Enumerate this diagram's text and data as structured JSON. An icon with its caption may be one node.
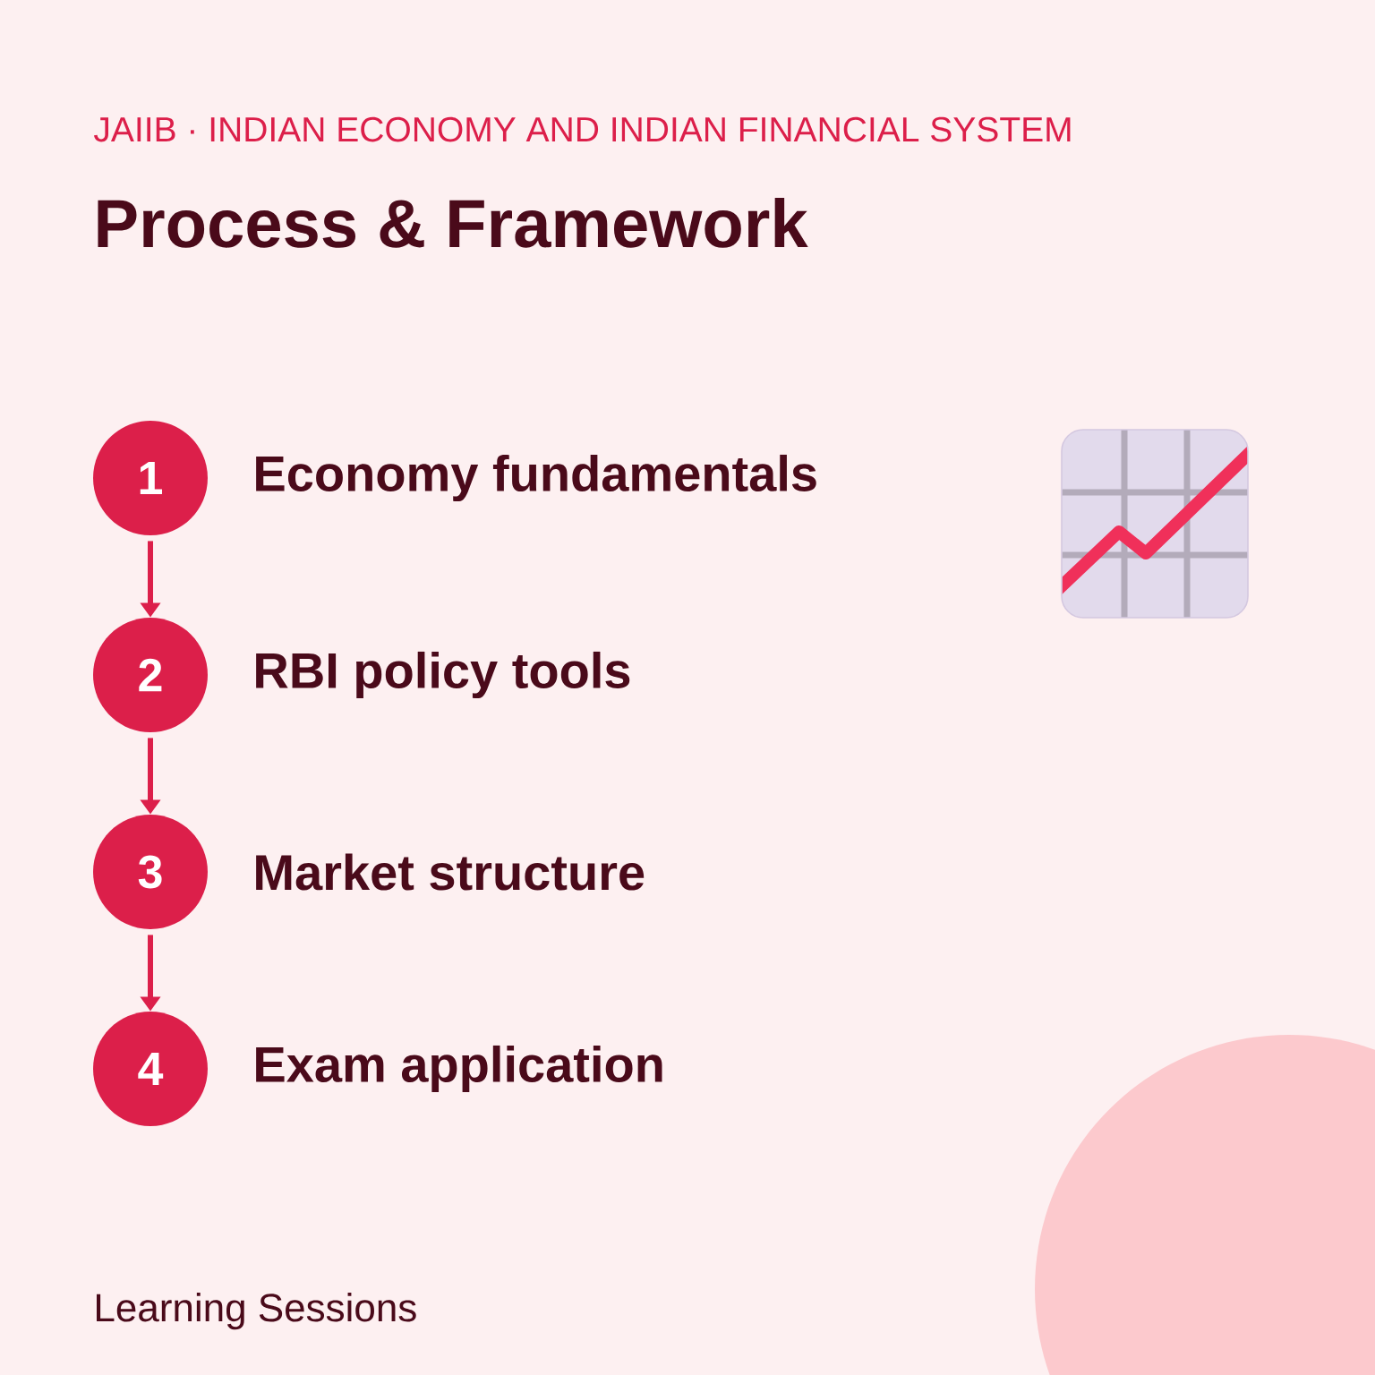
{
  "diagram": {
    "title": "Process & Framework",
    "nodes": [
      {
        "text": [
          "1"
        ],
        "beside": [
          "Economy fundamentals"
        ]
      },
      {
        "text": [
          "2"
        ],
        "beside": [
          "RBI policy tools"
        ]
      },
      {
        "text": [
          "3"
        ],
        "beside": [
          "Market structure"
        ]
      },
      {
        "text": [
          "4"
        ],
        "beside": [
          "Exam application"
        ]
      }
    ],
    "edges": [
      {
        "from": 0,
        "to": 1,
        "arrow": "to"
      },
      {
        "from": 1,
        "to": 2,
        "arrow": "to"
      },
      {
        "from": 2,
        "to": 3,
        "arrow": "to"
      }
    ],
    "labels": [
      "JAIIB · INDIAN ECONOMY AND INDIAN FINANCIAL SYSTEM",
      "Learning Sessions"
    ]
  }
}
